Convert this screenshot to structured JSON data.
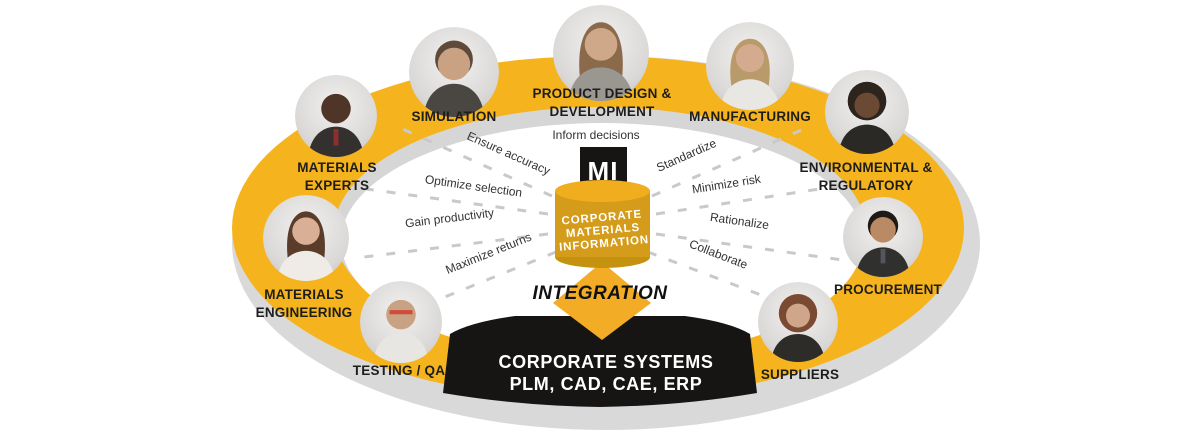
{
  "diagram": {
    "center": {
      "logo": "MI",
      "cylinder_lines": [
        "CORPORATE",
        "MATERIALS",
        "INFORMATION"
      ],
      "integration": "INTEGRATION"
    },
    "benefits": {
      "top": "Inform decisions",
      "left": [
        "Ensure accuracy",
        "Optimize selection",
        "Gain productivity",
        "Maximize returns"
      ],
      "right": [
        "Standardize",
        "Minimize risk",
        "Rationalize",
        "Collaborate"
      ]
    },
    "roles": [
      {
        "id": "materials-experts",
        "lines": [
          "MATERIALS",
          "EXPERTS"
        ]
      },
      {
        "id": "simulation",
        "lines": [
          "SIMULATION"
        ]
      },
      {
        "id": "product-design-development",
        "lines": [
          "PRODUCT DESIGN &",
          "DEVELOPMENT"
        ]
      },
      {
        "id": "manufacturing",
        "lines": [
          "MANUFACTURING"
        ]
      },
      {
        "id": "environmental-regulatory",
        "lines": [
          "ENVIRONMENTAL &",
          "REGULATORY"
        ]
      },
      {
        "id": "procurement",
        "lines": [
          "PROCUREMENT"
        ]
      },
      {
        "id": "suppliers",
        "lines": [
          "SUPPLIERS"
        ]
      },
      {
        "id": "testing-qa",
        "lines": [
          "TESTING / QA"
        ]
      },
      {
        "id": "materials-engineering",
        "lines": [
          "MATERIALS",
          "ENGINEERING"
        ]
      }
    ],
    "corporate_systems": {
      "line1": "CORPORATE SYSTEMS",
      "line2": "PLM, CAD, CAE, ERP"
    },
    "colors": {
      "accent_yellow": "#F5B41E",
      "diamond_yellow": "#F2AC25",
      "cylinder_body": "#D49C1A",
      "cylinder_top": "#F0AE1F",
      "cylinder_bottom": "#C4920F",
      "ring_gray": "#D9D9D9",
      "inner_gray": "#D6D6D6",
      "black": "#161514",
      "dash_gray": "#C9C9C9",
      "white": "#FFFFFF"
    }
  }
}
